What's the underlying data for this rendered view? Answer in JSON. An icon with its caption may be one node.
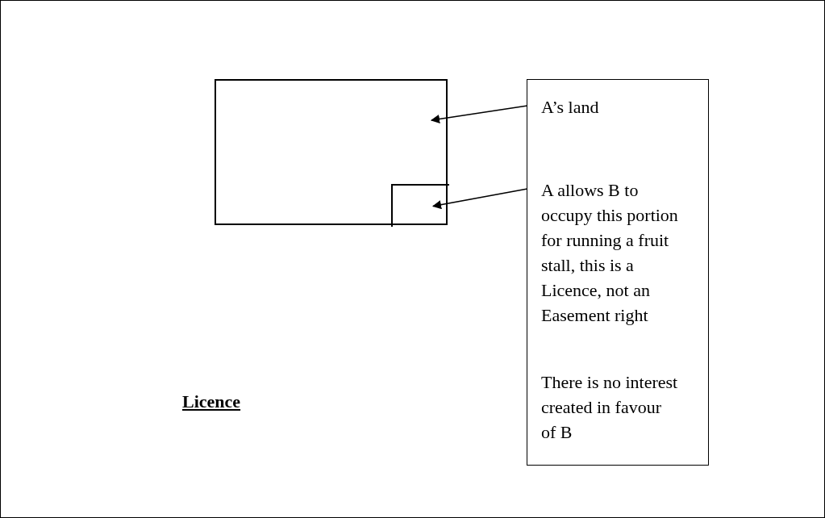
{
  "diagram": {
    "nodes": [
      {
        "text": [],
        "shape": "box"
      },
      {
        "text": [],
        "shape": "box",
        "in": 0
      },
      {
        "text": [
          "A’s land",
          "A allows B to occupy this portion for running a fruit stall, this is a Licence, not an Easement right",
          "There is no interest created in favour of B"
        ]
      }
    ],
    "edges": [
      {
        "from": 2,
        "to": 0,
        "arrow": "to"
      },
      {
        "from": 2,
        "to": 1,
        "arrow": "to"
      }
    ],
    "labels": [
      "Licence"
    ]
  }
}
